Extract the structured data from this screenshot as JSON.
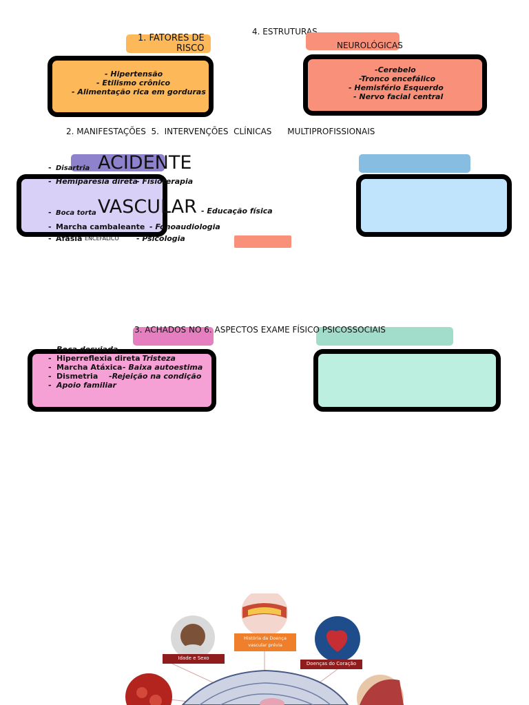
{
  "colors": {
    "orange": "#fdb85a",
    "salmon": "#f9917a",
    "purple": "#8f82cc",
    "lavender": "#d8d0f6",
    "blue": "#87bde0",
    "lightblue": "#c0e4fb",
    "pink": "#e57fbf",
    "lightpink": "#f6a1d6",
    "teal": "#a2dccb",
    "lightteal": "#bcefdf"
  },
  "header": {
    "fatores_line1": "1. FATORES DE",
    "fatores_line2": "RISCO",
    "estruturas_line1": "4. ESTRUTURAS",
    "estruturas_line2": "NEUROLÓGICAS",
    "manifestacoes_row": "2. MANIFESTAÇÕES  5.  INTERVENÇÕES  CLÍNICAS      MULTIPROFISSIONAIS",
    "achados_row": "3. ACHADOS NO 6. ASPECTOS EXAME FÍSICO PSICOSSOCIAIS"
  },
  "fatores_risco": [
    "-  Hipertensão",
    "-  Etilismo crônico",
    "-  Alimentação rica em gorduras"
  ],
  "estruturas": [
    "-Cerebelo",
    "-Tronco encefálico",
    "-  Hemisfério Esquerdo",
    "-  Nervo facial central"
  ],
  "title": {
    "word1": "ACIDENTE",
    "word2": "VASCULAR",
    "word3": "ENCEFÁLICO"
  },
  "manifestacoes": {
    "disartria": "Disartria",
    "hemiparesia": "Hemiparesia direta",
    "fisioterapia": "- Fisioterapia",
    "boca_torta": "Boca torta",
    "educacao": "- Educação física",
    "marcha": "Marcha cambaleante",
    "fono": "- Fonoaudiologia",
    "afasia": "Afasia",
    "psicologia": "- Psicologia"
  },
  "achados": [
    {
      "left": "Boca desviada",
      "right": ""
    },
    {
      "left": "Hiperreflexia direta",
      "right": "- Tristeza"
    },
    {
      "left": "Marcha Atáxica",
      "right": "- Baixa autoestima"
    },
    {
      "left": "Dismetria",
      "right": "-Rejeição na condição"
    },
    {
      "left": "",
      "right": "Apoio familiar"
    }
  ],
  "infographic": {
    "label_idade": "Idade e Sexo",
    "label_historia": "História da Doença vascular prévia",
    "label_coracao": "Doenças do Coração"
  }
}
